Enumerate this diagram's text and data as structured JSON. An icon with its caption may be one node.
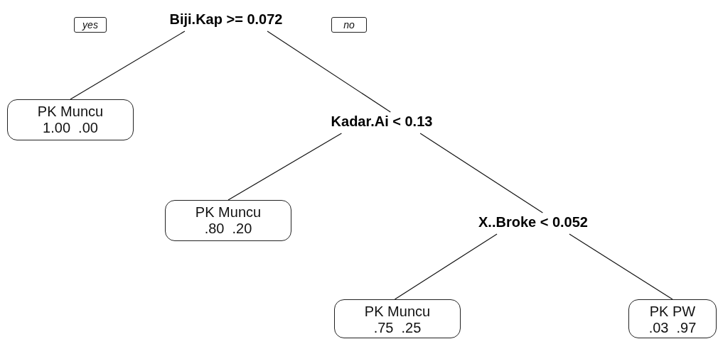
{
  "diagram": {
    "nodes": [
      {
        "text": [
          "yes"
        ]
      },
      {
        "text": [
          "Biji.Kap >= 0.072"
        ]
      },
      {
        "text": [
          "no"
        ]
      },
      {
        "text": [
          "PK Muncu",
          "1.00  .00"
        ]
      },
      {
        "text": [
          "Kadar.Ai < 0.13"
        ]
      },
      {
        "text": [
          "PK Muncu",
          ".80  .20"
        ]
      },
      {
        "text": [
          "X..Broke < 0.052"
        ]
      },
      {
        "text": [
          "PK Muncu",
          ".75  .25"
        ]
      },
      {
        "text": [
          "PK PW",
          ".03  .97"
        ]
      }
    ],
    "edges": [
      {
        "from": 1,
        "to": 3,
        "arrow": "none"
      },
      {
        "from": 1,
        "to": 4,
        "arrow": "none"
      },
      {
        "from": 4,
        "to": 5,
        "arrow": "none"
      },
      {
        "from": 4,
        "to": 6,
        "arrow": "none"
      },
      {
        "from": 6,
        "to": 7,
        "arrow": "none"
      },
      {
        "from": 6,
        "to": 8,
        "arrow": "none"
      }
    ]
  }
}
